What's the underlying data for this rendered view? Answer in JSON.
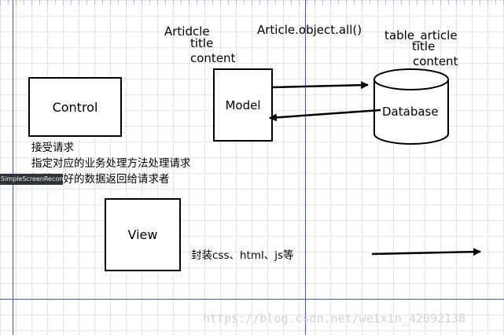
{
  "model_side": {
    "entity": "Artidcle",
    "field1": "title",
    "field2": "content"
  },
  "query": "Article.object.all()",
  "db_side": {
    "table": "table_article",
    "field1": "title",
    "field2": "content"
  },
  "control": {
    "label": "Control",
    "notes": [
      "接受请求",
      "指定对应的业务处理方法处理请求",
      "把处理好的数据返回给请求者"
    ]
  },
  "model": {
    "label": "Model"
  },
  "database": {
    "label": "Database"
  },
  "view": {
    "label": "View",
    "note": "封装css、html、js等"
  },
  "recorder_overlay": "SimpleScreenRecorder",
  "watermark": "https://blog.csdn.net/weixin_42092138"
}
